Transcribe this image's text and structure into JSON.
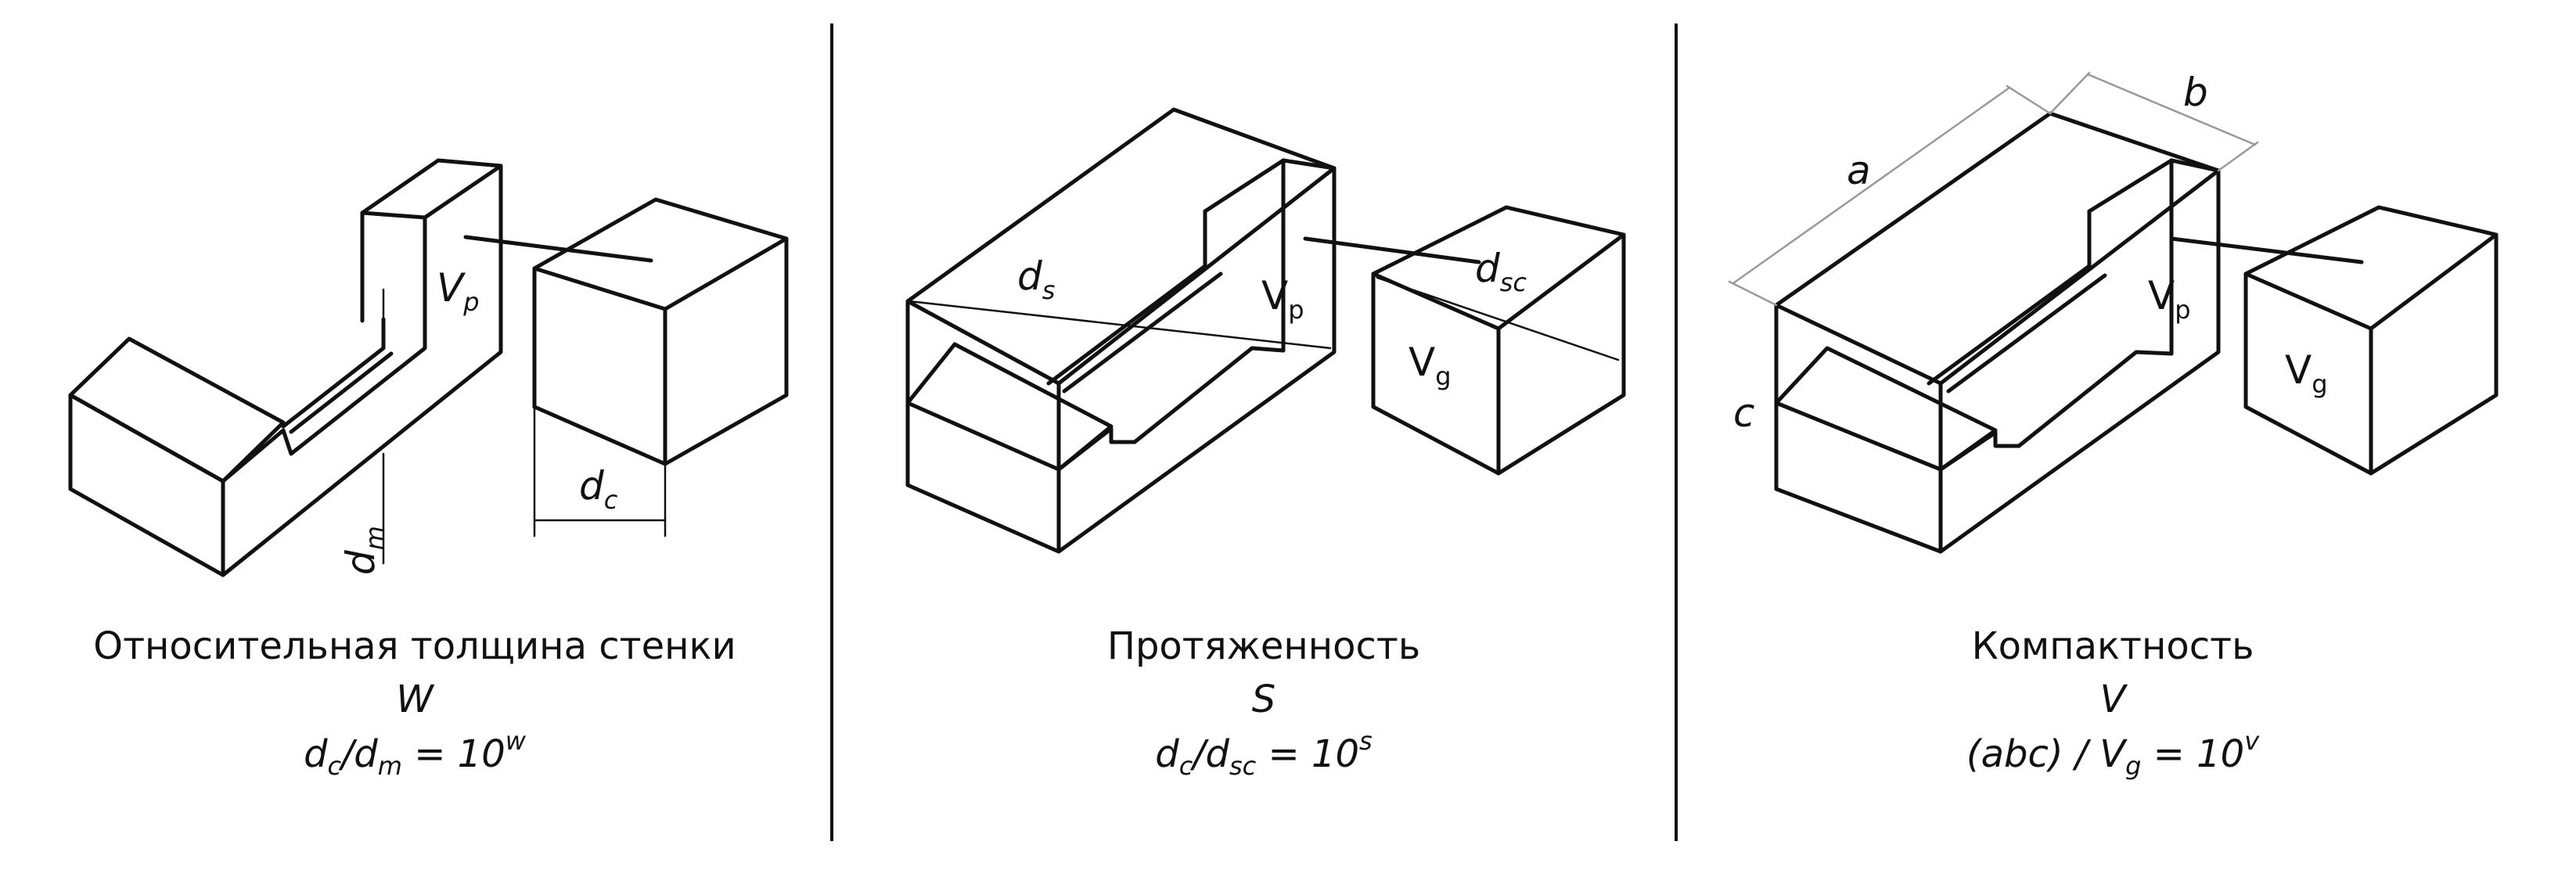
{
  "panels": [
    {
      "title": "Относительная толщина стенки",
      "symbol": "W",
      "formula": {
        "a": "d",
        "a_sub": "c",
        "slash": "/",
        "b": "d",
        "b_sub": "m",
        "eq": " = 10",
        "exp": "w"
      },
      "labels": {
        "vp": "V",
        "vp_sub": "p",
        "dm": "d",
        "dm_sub": "m",
        "dc": "d",
        "dc_sub": "c"
      }
    },
    {
      "title": "Протяженность",
      "symbol": "S",
      "formula": {
        "a": "d",
        "a_sub": "c",
        "slash": "/",
        "b": "d",
        "b_sub": "sc",
        "eq": " = 10",
        "exp": "s"
      },
      "labels": {
        "ds": "d",
        "ds_sub": "s",
        "vp": "V",
        "vp_sub": "p",
        "dsc": "d",
        "dsc_sub": "sc",
        "vg": "V",
        "vg_sub": "g"
      }
    },
    {
      "title": "Компактность",
      "symbol": "V",
      "formula": {
        "a": "(abc) / V",
        "a_sub": "g",
        "eq": " = 10",
        "exp": "v"
      },
      "labels": {
        "a": "a",
        "b": "b",
        "c": "c",
        "vp": "V",
        "vp_sub": "p",
        "vg": "V",
        "vg_sub": "g"
      }
    }
  ]
}
